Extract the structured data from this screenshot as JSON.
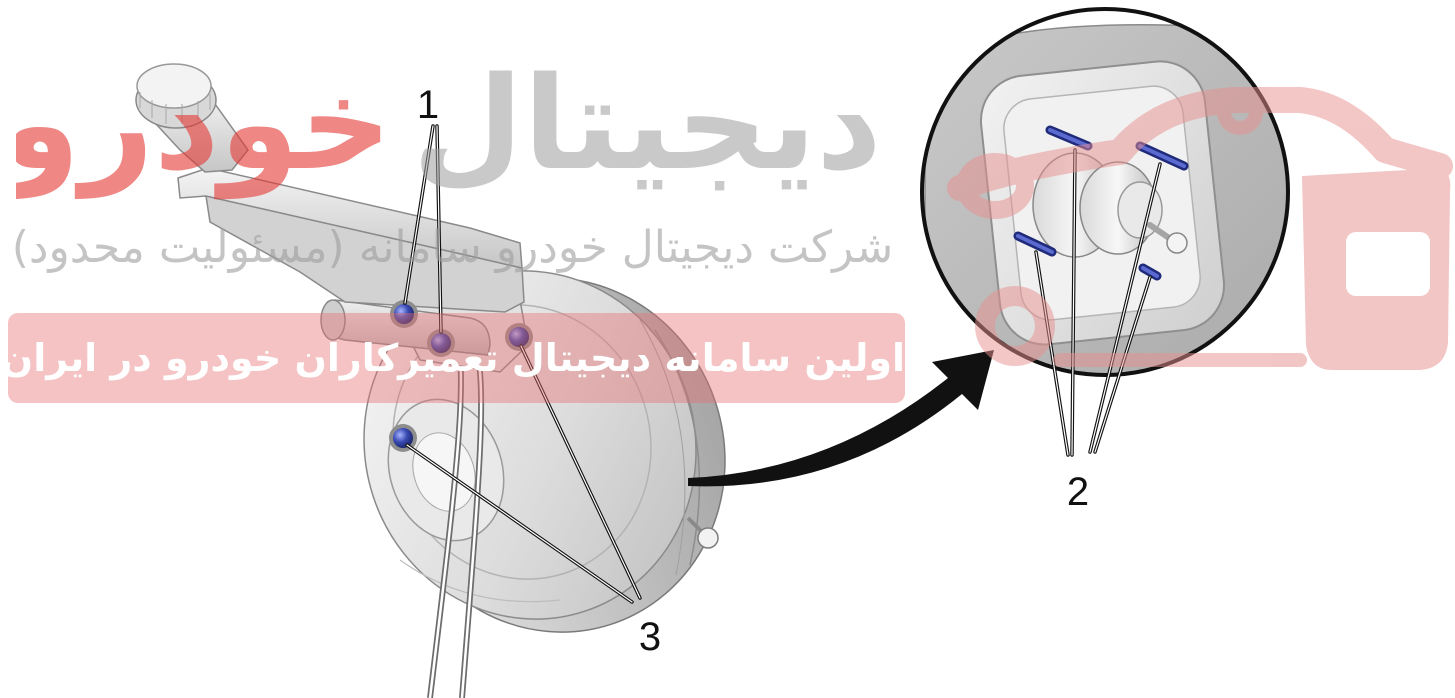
{
  "diagram": {
    "callouts": [
      {
        "label": "1"
      },
      {
        "label": "2"
      },
      {
        "label": "3"
      }
    ],
    "colors": {
      "fastener": "#3a4cb4",
      "arrow": "#111111",
      "detail_outline": "#111111",
      "part_gray": "#d4d4d4"
    }
  },
  "watermark": {
    "logo_primary": "دیجیتال",
    "logo_accent": "خودرو",
    "company": "شرکت دیجیتال خودرو سامانه (مسئولیت محدود)",
    "tagline": "اولین سامانه دیجیتال تعمیرکاران خودرو در ایران",
    "colors": {
      "red": "#e53935",
      "gray": "#9e9e9e",
      "banner": "#e87070"
    }
  }
}
